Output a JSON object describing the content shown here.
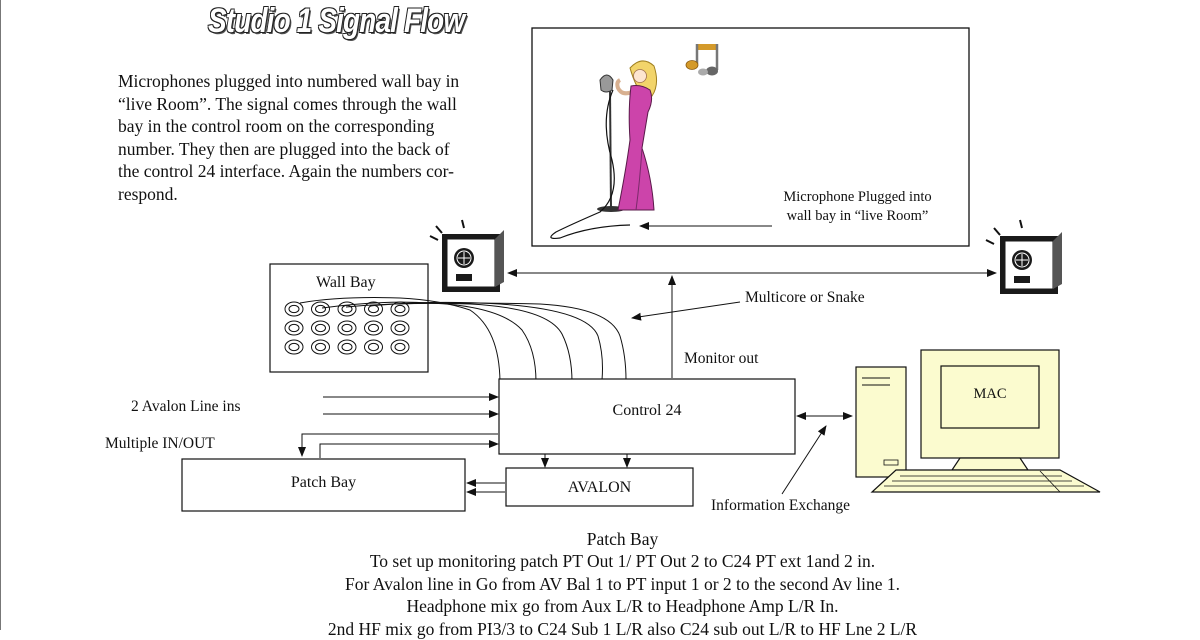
{
  "title": "Studio 1 Signal Flow",
  "intro_lines": [
    "Microphones plugged into numbered wall bay in",
    "“live Room”. The signal comes through the wall",
    "bay in the control room on the corresponding",
    "number. They then are plugged into the back of",
    "the control 24 interface. Again the numbers cor-",
    "respond."
  ],
  "live_room": {
    "mic_label_lines": [
      "Microphone Plugged into",
      "wall bay in “live Room”"
    ]
  },
  "labels": {
    "wall_bay": "Wall Bay",
    "multicore": "Multicore or Snake",
    "monitor_out": "Monitor out",
    "avalon_line_ins": "2 Avalon Line ins",
    "multiple_in_out": "Multiple IN/OUT",
    "control24": "Control 24",
    "patch_bay": "Patch Bay",
    "avalon": "AVALON",
    "mac": "MAC",
    "info_exchange": "Information Exchange"
  },
  "notes": {
    "heading": "Patch Bay",
    "lines": [
      "To set up monitoring patch PT Out 1/ PT Out 2 to C24 PT ext 1and 2 in.",
      "For Avalon line in Go from AV Bal 1 to PT input 1 or 2 to the second Av line 1.",
      "Headphone mix go from Aux L/R to Headphone Amp L/R In.",
      "2nd HF mix go from PI3/3 to C24 Sub 1 L/R also C24 sub out L/R to HF Lne 2 L/R"
    ]
  },
  "icons": {
    "singer": "singer-clipart",
    "notes": "music-notes-clipart",
    "speakers": "speaker-clipart",
    "computer": "computer-clipart"
  },
  "colors": {
    "ink": "#111111",
    "computer_fill": "#fbfbcf",
    "singer_dress": "#cc44aa",
    "singer_hair": "#f2d46a",
    "speaker_body": "#1a1a1a",
    "note_gold": "#d49a2a"
  }
}
